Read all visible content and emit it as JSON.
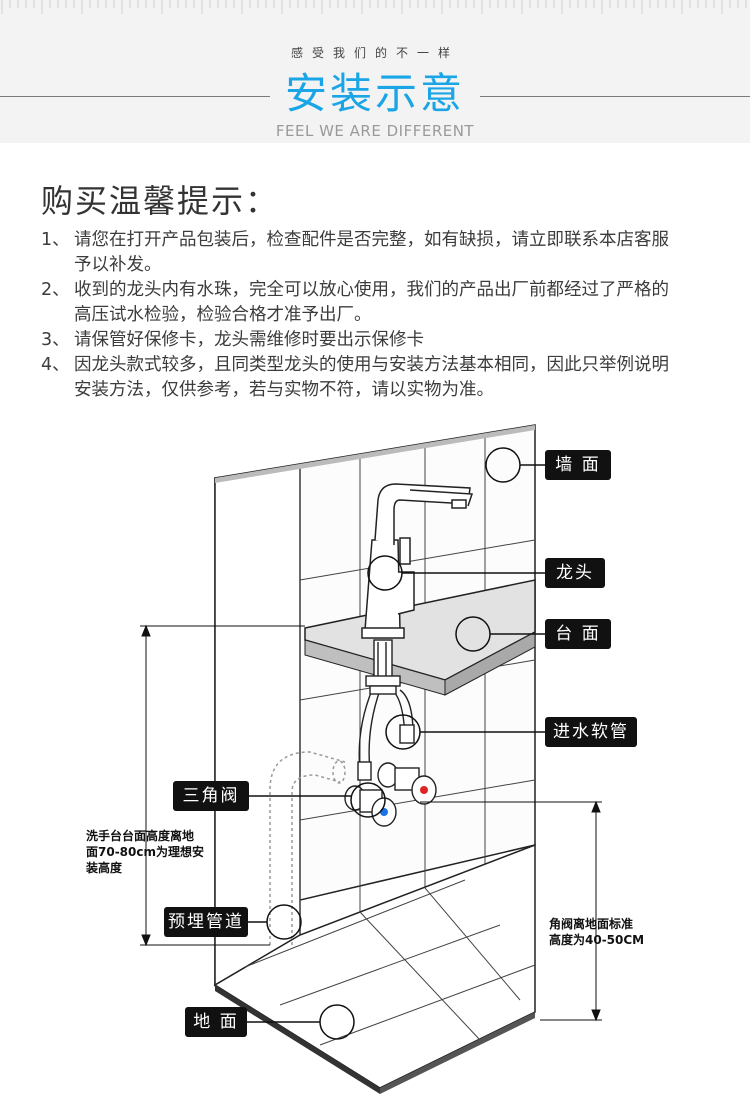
{
  "header": {
    "slogan_cn": "感受我们的不一样",
    "title": "安装示意",
    "slogan_en": "FEEL WE ARE DIFFERENT"
  },
  "tips": {
    "heading": "购买温馨提示：",
    "items": [
      {
        "num": "1、",
        "text": "请您在打开产品包装后，检查配件是否完整，如有缺损，请立即联系本店客服予以补发。"
      },
      {
        "num": "2、",
        "text": "收到的龙头内有水珠，完全可以放心使用，我们的产品出厂前都经过了严格的高压试水检验，检验合格才准予出厂。"
      },
      {
        "num": "3、",
        "text": "请保管好保修卡，龙头需维修时要出示保修卡"
      },
      {
        "num": "4、",
        "text": "因龙头款式较多，且同类型龙头的使用与安装方法基本相同，因此只举例说明安装方法，仅供参考，若与实物不符，请以实物为准。"
      }
    ]
  },
  "diagram": {
    "labels": {
      "wall": "墙 面",
      "faucet": "龙头",
      "counter": "台 面",
      "inlet_hose": "进水软管",
      "angle_valve": "三角阀",
      "embedded_pipe": "预埋管道",
      "floor": "地 面"
    },
    "notes": {
      "counter_height": [
        "洗手台台面高度离地",
        "面70-80cm为理想安",
        "装高度"
      ],
      "valve_height": [
        "角阀离地面标准",
        "高度为40-50CM"
      ]
    }
  }
}
